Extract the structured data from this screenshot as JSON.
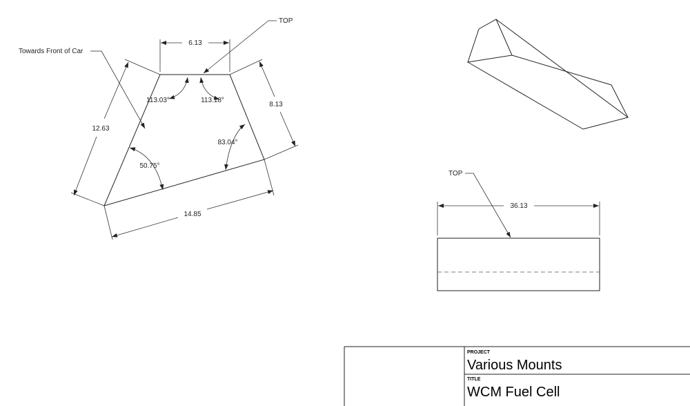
{
  "trapezoid": {
    "note_front": "Towards Front of Car",
    "note_top": "TOP",
    "dim_top": "6.13",
    "dim_left": "12.63",
    "dim_right": "8.13",
    "dim_bottom": "14.85",
    "angle_top_left": "113.03°",
    "angle_top_right": "113.18°",
    "angle_right": "83.04°",
    "angle_bottom_left": "50.75°"
  },
  "side_view": {
    "note_top": "TOP",
    "dim_length": "36.13"
  },
  "title_block": {
    "project_label": "PROJECT",
    "project_value": "Various Mounts",
    "title_label": "TITLE",
    "title_value": "WCM Fuel Cell"
  }
}
